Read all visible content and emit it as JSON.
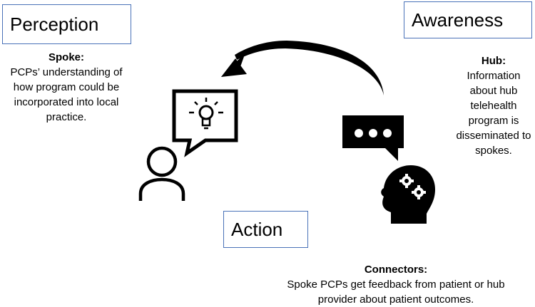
{
  "perception": {
    "title": "Perception",
    "heading": "Spoke:",
    "text": "PCPs’ understanding of how program could be incorporated into local practice."
  },
  "awareness": {
    "title": "Awareness",
    "heading": "Hub:",
    "text": "Information about hub telehealth program is disseminated to spokes."
  },
  "action": {
    "title": "Action",
    "heading": "Connectors:",
    "text": "Spoke PCPs get feedback from patient or hub provider about patient outcomes."
  },
  "icons": [
    "lightbulb-speech-bubble-icon",
    "person-icon",
    "chat-bubble-icon",
    "head-gears-icon",
    "curved-arrow-icon"
  ]
}
